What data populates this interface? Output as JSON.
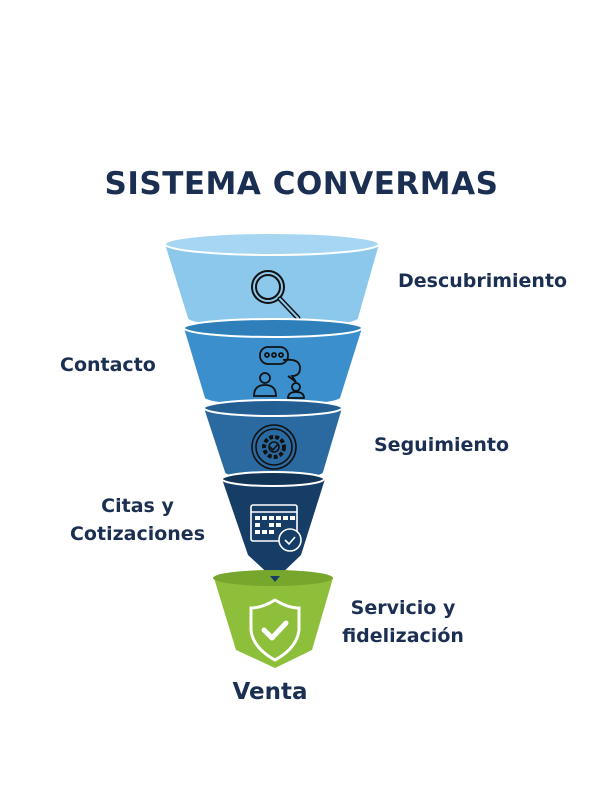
{
  "title": "SISTEMA CONVERMAS",
  "stages": [
    {
      "label": "Descubrimiento",
      "icon": "magnifier-icon",
      "color": "#8cc8ec"
    },
    {
      "label": "Contacto",
      "icon": "chat-people-icon",
      "color": "#3a8fcc"
    },
    {
      "label": "Seguimiento",
      "icon": "gear-cycle-icon",
      "color": "#2a6aa0"
    },
    {
      "label": "Citas y Cotizaciones",
      "line1": "Citas y",
      "line2": "Cotizaciones",
      "icon": "calendar-check-icon",
      "color": "#163d66"
    },
    {
      "label": "Servicio y fidelización",
      "line1": "Servicio y",
      "line2": "fidelización",
      "icon": "shield-check-icon",
      "color": "#8dbf3a"
    }
  ],
  "bottom_label": "Venta"
}
